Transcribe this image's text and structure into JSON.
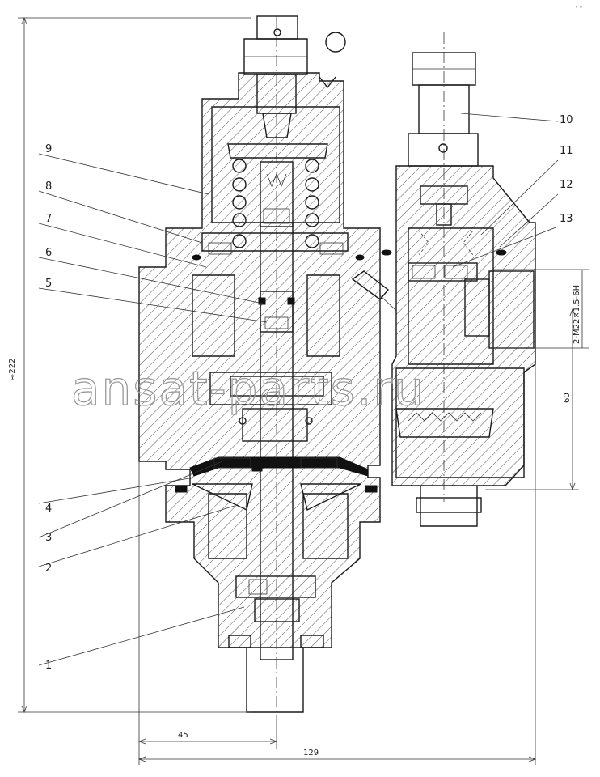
{
  "watermark": "ansat-parts.ru",
  "corner_mark": "ᴾ ᴿ",
  "parts": [
    {
      "number": "1"
    },
    {
      "number": "2"
    },
    {
      "number": "3"
    },
    {
      "number": "4"
    },
    {
      "number": "5"
    },
    {
      "number": "6"
    },
    {
      "number": "7"
    },
    {
      "number": "8"
    },
    {
      "number": "9"
    },
    {
      "number": "10"
    },
    {
      "number": "11"
    },
    {
      "number": "12"
    },
    {
      "number": "13"
    }
  ],
  "dimensions": {
    "height_total": "≈222",
    "thread_spec": "2-M22×1.5-6H",
    "port_offset": "60",
    "width_left": "45",
    "width_total": "129"
  }
}
